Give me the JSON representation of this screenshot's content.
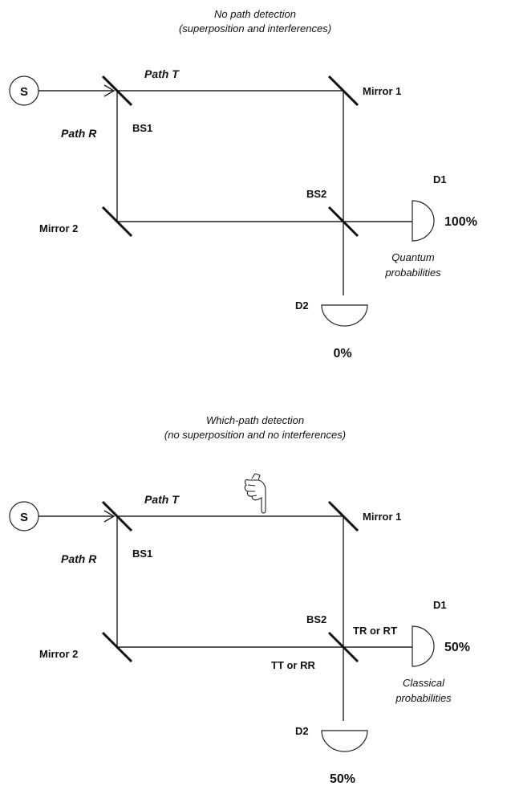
{
  "top": {
    "title_line1": "No path detection",
    "title_line2": "(superposition and interferences)",
    "source_label": "S",
    "path_t": "Path T",
    "path_r": "Path R",
    "bs1": "BS1",
    "bs2": "BS2",
    "mirror1": "Mirror 1",
    "mirror2": "Mirror 2",
    "d1": "D1",
    "d2": "D2",
    "d1_prob": "100%",
    "d2_prob": "0%",
    "note_line1": "Quantum",
    "note_line2": "probabilities"
  },
  "bottom": {
    "title_line1": "Which-path detection",
    "title_line2": "(no superposition and no interferences)",
    "source_label": "S",
    "path_t": "Path T",
    "path_r": "Path R",
    "bs1": "BS1",
    "bs2": "BS2",
    "mirror1": "Mirror 1",
    "mirror2": "Mirror 2",
    "d1": "D1",
    "d2": "D2",
    "d1_prob": "50%",
    "d2_prob": "50%",
    "d1_paths": "TR or RT",
    "d2_paths": "TT or RR",
    "note_line1": "Classical",
    "note_line2": "probabilities",
    "detector_icon": "pointing-hand-icon"
  }
}
